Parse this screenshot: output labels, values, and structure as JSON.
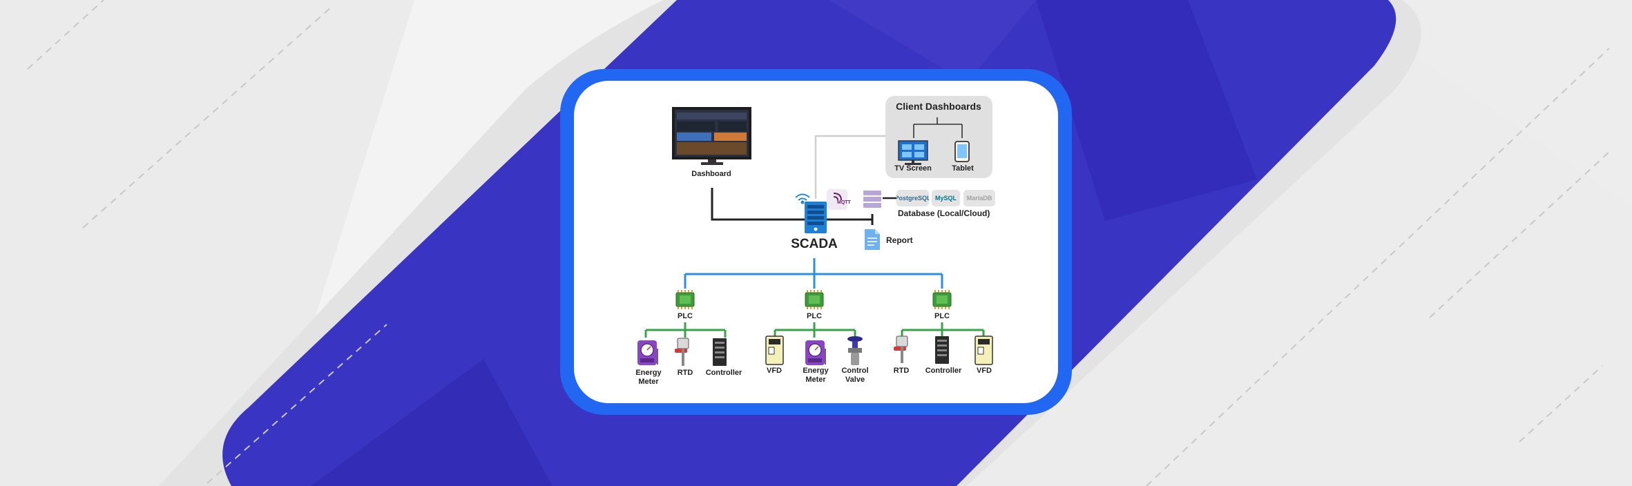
{
  "diagram": {
    "client_dashboards": {
      "title": "Client Dashboards",
      "tv_screen": "TV Screen",
      "tablet": "Tablet"
    },
    "dashboard": "Dashboard",
    "scada": "SCADA",
    "mqtt": "MQTT",
    "database": {
      "label": "Database (Local/Cloud)",
      "logos": [
        "PostgreSQL",
        "MySQL",
        "MariaDB"
      ]
    },
    "report": "Report",
    "plc_groups": [
      {
        "plc": "PLC",
        "devices": [
          "Energy Meter",
          "RTD",
          "Controller"
        ]
      },
      {
        "plc": "PLC",
        "devices": [
          "VFD",
          "Energy Meter",
          "Control Valve"
        ]
      },
      {
        "plc": "PLC",
        "devices": [
          "RTD",
          "Controller",
          "VFD"
        ]
      }
    ]
  },
  "colors": {
    "background": "#f3f3f3",
    "band": "#3a34c2",
    "frame": "#2167f2",
    "bus_blue": "#2a8fe0",
    "plc_green": "#3aa34a",
    "device_purple": "#8b44c4"
  }
}
